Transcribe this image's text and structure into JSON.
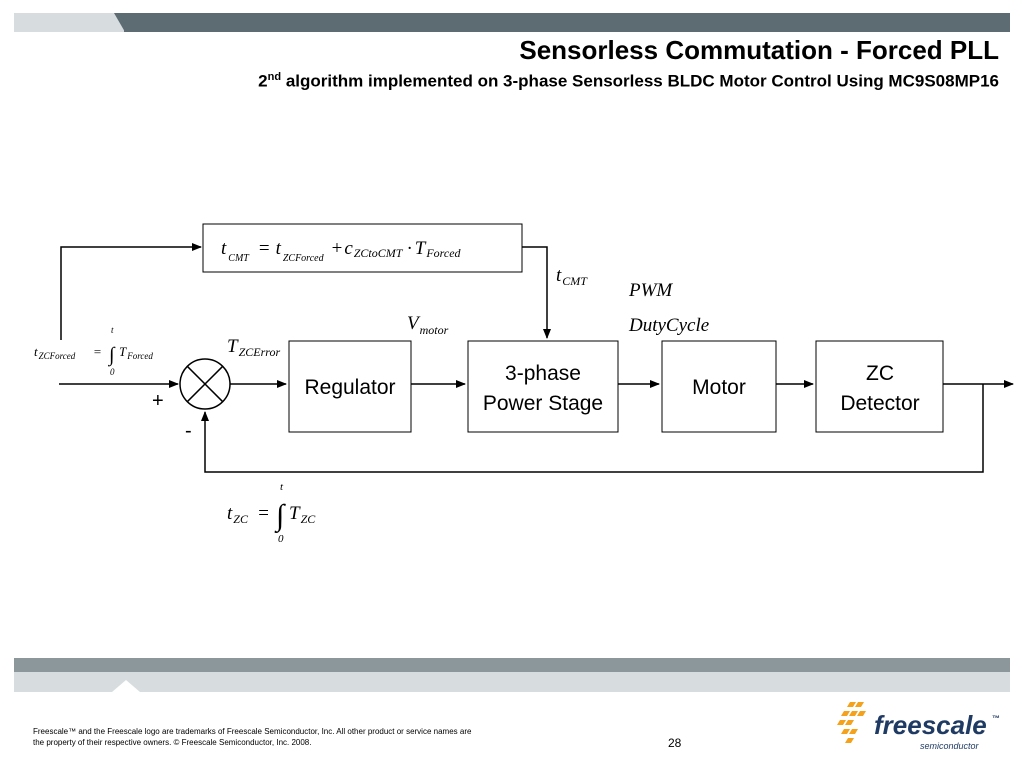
{
  "header": {
    "title": "Sensorless Commutation - Forced PLL",
    "subtitle_ordinal": "2",
    "subtitle_suffix": "nd",
    "subtitle_rest": " algorithm implemented on 3-phase Sensorless BLDC Motor Control Using MC9S08MP16"
  },
  "diagram": {
    "formula_box": {
      "lhs": "t",
      "lhs_sub": "CMT",
      "eq": "=",
      "term1": "t",
      "term1_sub": "ZCForced",
      "plus": "+",
      "term2": "c",
      "term2_sub": "ZCtoCMT",
      "dot": "·",
      "term3": "T",
      "term3_sub": "Forced"
    },
    "t_cmt_label": {
      "main": "t",
      "sub": "CMT"
    },
    "pwm_label": "PWM",
    "duty_cycle_label": "DutyCycle",
    "v_motor_label": {
      "main": "V",
      "sub": "motor"
    },
    "t_zcerror_label": {
      "main": "T",
      "sub": "ZCError"
    },
    "t_zcforced_integral": {
      "lhs": "t",
      "lhs_sub": "ZCForced",
      "eq": "=",
      "upper": "t",
      "lower": "0",
      "integrand": "T",
      "integrand_sub": "Forced"
    },
    "t_zc_integral": {
      "lhs": "t",
      "lhs_sub": "ZC",
      "eq": "=",
      "upper": "t",
      "lower": "0",
      "integrand": "T",
      "integrand_sub": "ZC"
    },
    "plus_sign": "+",
    "minus_sign": "-",
    "blocks": {
      "regulator": "Regulator",
      "power_stage_line1": "3-phase",
      "power_stage_line2": "Power Stage",
      "motor": "Motor",
      "zc_line1": "ZC",
      "zc_line2": "Detector"
    }
  },
  "footer": {
    "legal_line1": "Freescale™ and the Freescale logo are trademarks of Freescale Semiconductor, Inc. All other product or service names are",
    "legal_line2": "the property of their respective owners. © Freescale Semiconductor, Inc. 2008.",
    "page_number": "28",
    "logo_word": "freescale",
    "logo_tm": "™",
    "logo_sub": "semiconductor"
  },
  "colors": {
    "bar_dark": "#5d6b73",
    "bar_light": "#d7dcdf",
    "bar_mid": "#8c979c",
    "logo_blue": "#1f3b64",
    "logo_orange": "#f4a11b"
  }
}
